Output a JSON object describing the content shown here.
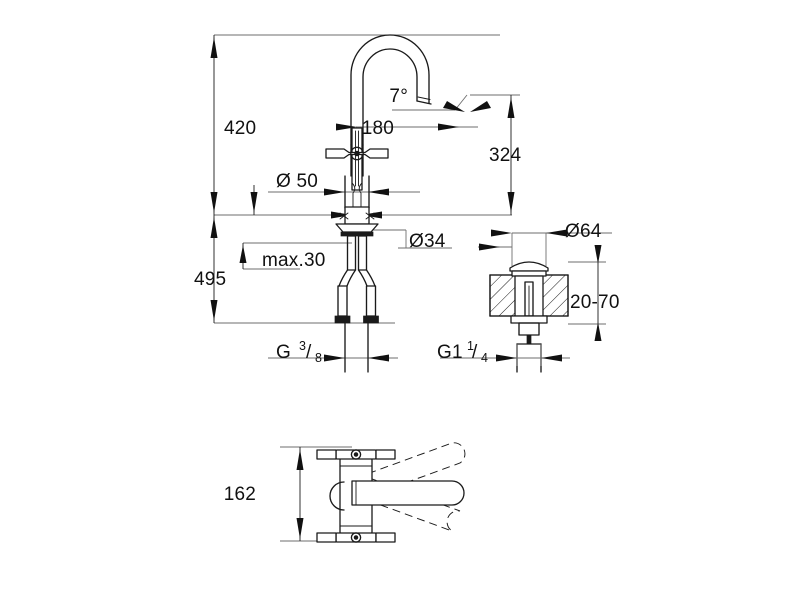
{
  "drawing": {
    "title": "Faucet dimensional drawing",
    "background_color": "#ffffff",
    "line_color": "#1a1a1a",
    "dimension_line_color": "#6e6e6e",
    "units_note": "",
    "views": {
      "elevation": "front elevation of single-hole basin mixer with gooseneck spout and cross handle",
      "detail": "pop-up waste / drain assembly section through basin deck",
      "plan": "top plan view showing spout swivel range"
    }
  },
  "dimensions": {
    "overall_height": "420",
    "spout_projection": "180",
    "outlet_angle": "7°",
    "spout_height": "324",
    "base_diameter": "Ø 50",
    "hole_diameter": "Ø34",
    "deck_thickness_max": "max.30",
    "total_length": "495",
    "supply_thread": "G",
    "supply_thread_num": "3",
    "supply_thread_den": "8",
    "drain_flange_diameter": "Ø64",
    "drain_thread": "G1",
    "drain_thread_num": "1",
    "drain_thread_den": "4",
    "deck_range": "20-70",
    "plan_width": "162"
  }
}
